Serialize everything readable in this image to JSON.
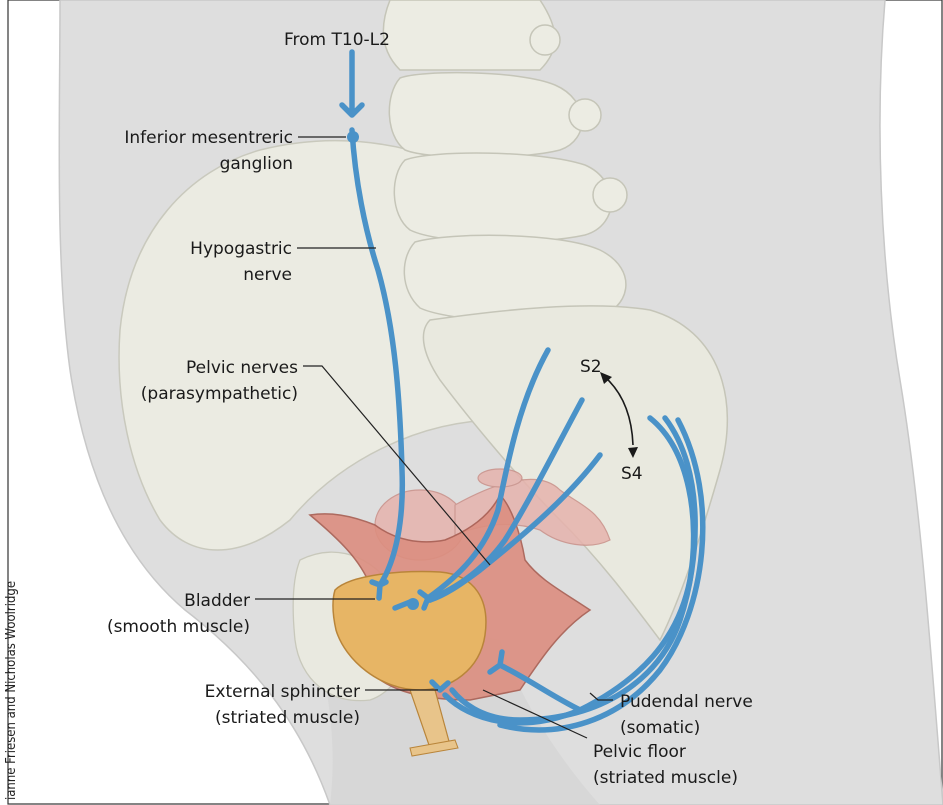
{
  "labels": {
    "from": "From T10-L2",
    "img_line1": "Inferior mesentreric",
    "img_line2": "ganglion",
    "hypo_line1": "Hypogastric",
    "hypo_line2": "nerve",
    "pelvic_line1": "Pelvic nerves",
    "pelvic_line2": "(parasympathetic)",
    "s2": "S2",
    "s4": "S4",
    "bladder_line1": "Bladder",
    "bladder_line2": "(smooth muscle)",
    "ext_line1": "External sphincter",
    "ext_line2": "(striated muscle)",
    "pud_line1": "Pudendal nerve",
    "pud_line2": "(somatic)",
    "floor_line1": "Pelvic floor",
    "floor_line2": "(striated muscle)"
  },
  "credit": "ianne Friesen and Nicholas Woolridge",
  "colors": {
    "nerve": "#4a92c8",
    "bone": "#e6e6dc",
    "body": "#dcdcdc",
    "bladder": "#e8b86a",
    "pelvic_floor": "#d98a7c"
  }
}
